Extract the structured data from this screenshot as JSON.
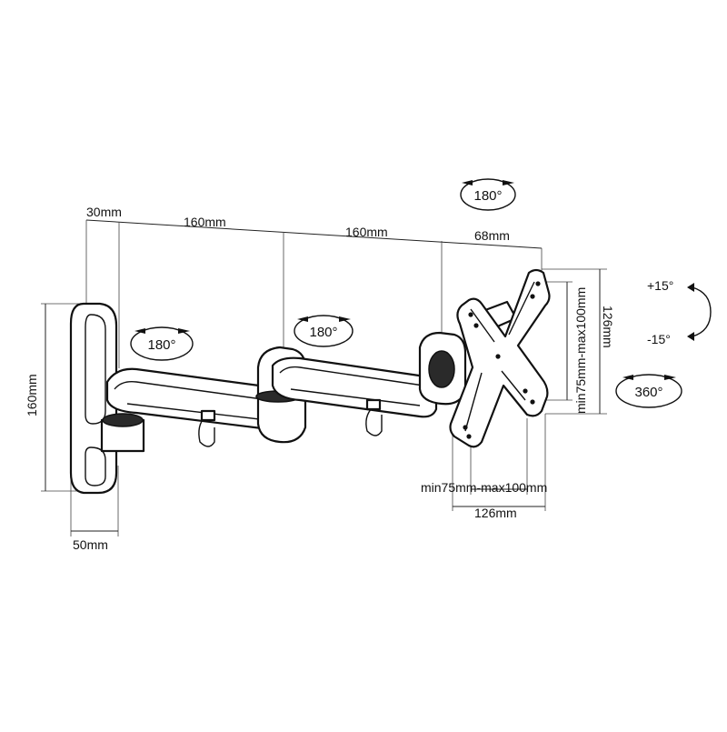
{
  "dimensions": {
    "wall_offset": "30mm",
    "arm1_length": "160mm",
    "arm2_length": "160mm",
    "head_depth": "68mm",
    "plate_height": "160mm",
    "plate_width": "50mm",
    "vesa_range_vertical": "min75mm-max100mm",
    "vesa_plate_height": "126mm",
    "vesa_range_horizontal": "min75mm-max100mm",
    "vesa_plate_width": "126mm"
  },
  "rotations": {
    "top": "180°",
    "arm1": "180°",
    "arm2": "180°",
    "head": "360°"
  },
  "tilt": {
    "up": "+15°",
    "down": "-15°"
  }
}
